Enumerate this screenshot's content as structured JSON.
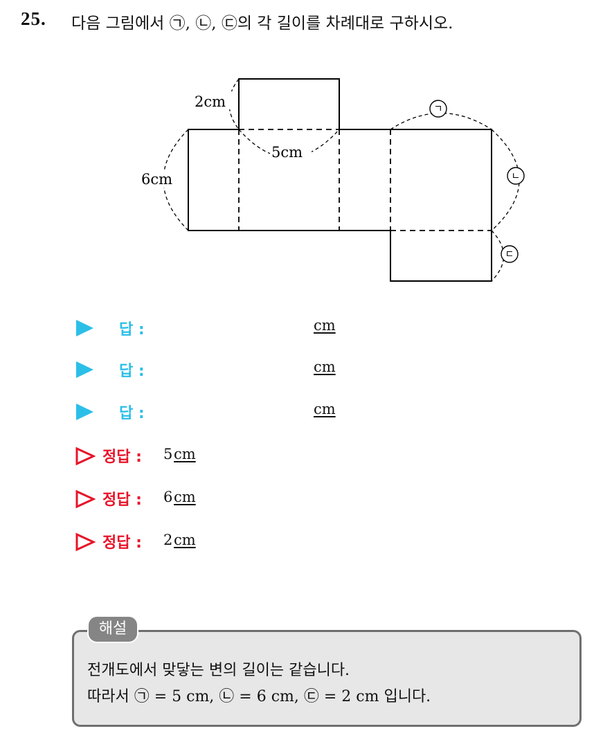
{
  "question": {
    "number": "25.",
    "text": "다음 그림에서 ㉠, ㉡, ㉢의 각 길이를 차례대로 구하시오."
  },
  "figure": {
    "labels": {
      "top_square_side": "2cm",
      "top_square_width": "5cm",
      "left_height": "6cm",
      "mark_a": "ㄱ",
      "mark_b": "ㄴ",
      "mark_c": "ㄷ"
    }
  },
  "answers": [
    {
      "label": "답 :",
      "unit": "cm"
    },
    {
      "label": "답 :",
      "unit": "cm"
    },
    {
      "label": "답 :",
      "unit": "cm"
    }
  ],
  "correct": [
    {
      "label": "정답 :",
      "value": "5",
      "unit": "cm"
    },
    {
      "label": "정답 :",
      "value": "6",
      "unit": "cm"
    },
    {
      "label": "정답 :",
      "value": "2",
      "unit": "cm"
    }
  ],
  "explanation": {
    "tab": "해설",
    "line1": "전개도에서 맞닿는 변의 길이는 같습니다.",
    "line2": "따라서 ㉠ = 5 cm, ㉡ = 6 cm, ㉢ = 2 cm 입니다."
  },
  "colors": {
    "answer_accent": "#2bbfe8",
    "correct_accent": "#e8142a",
    "explanation_bg": "#e7e7e7",
    "explanation_tab": "#858585"
  }
}
